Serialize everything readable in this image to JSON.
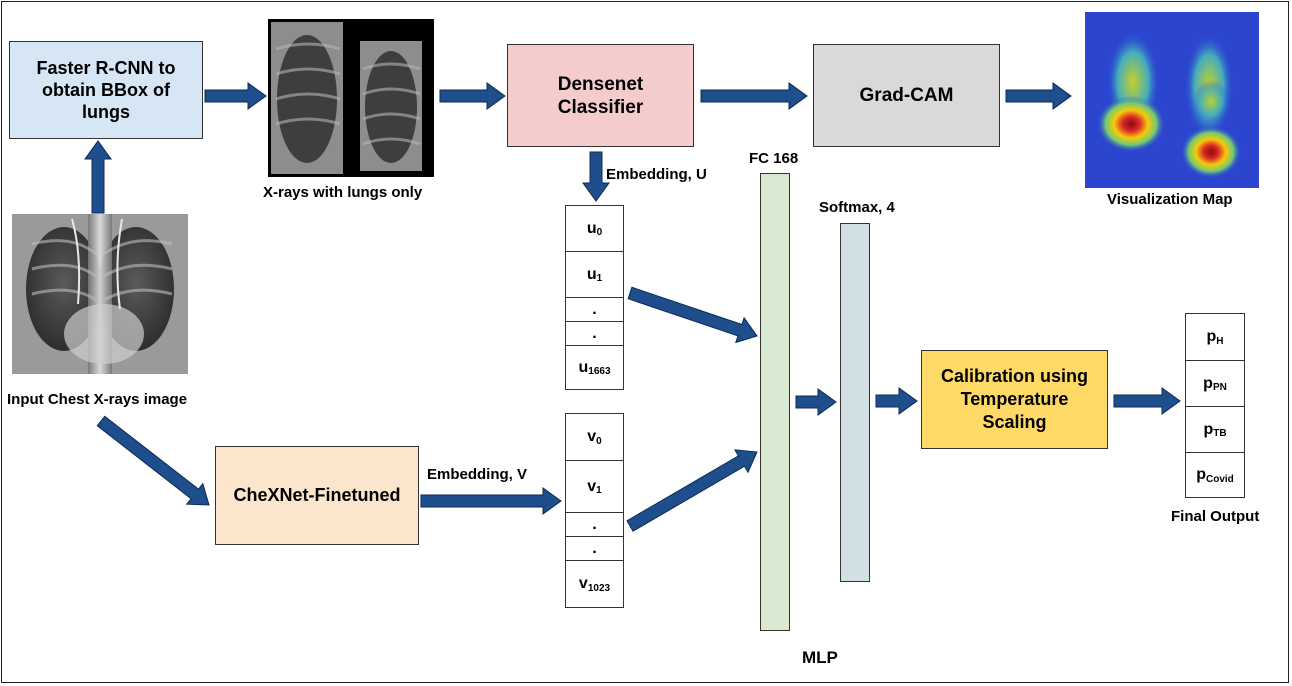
{
  "boxes": {
    "faster_rcnn": "Faster R-CNN to obtain BBox of lungs",
    "densenet": "Densenet Classifier",
    "gradcam": "Grad-CAM",
    "chexnet": "CheXNet-Finetuned",
    "calibration": "Calibration using Temperature Scaling"
  },
  "labels": {
    "lungs_only": "X-rays with lungs only",
    "input_image": "Input Chest X-rays image",
    "visualization_map": "Visualization Map",
    "embedding_u": "Embedding, U",
    "embedding_v": "Embedding, V",
    "fc": "FC 168",
    "softmax": "Softmax, 4",
    "mlp": "MLP",
    "final_output": "Final Output"
  },
  "vector_u": [
    {
      "base": "u",
      "sub": "0"
    },
    {
      "base": "u",
      "sub": "1"
    },
    {
      "base": ".",
      "sub": ""
    },
    {
      "base": ".",
      "sub": ""
    },
    {
      "base": "u",
      "sub": "1663"
    }
  ],
  "vector_v": [
    {
      "base": "v",
      "sub": "0"
    },
    {
      "base": "v",
      "sub": "1"
    },
    {
      "base": ".",
      "sub": ""
    },
    {
      "base": ".",
      "sub": ""
    },
    {
      "base": "v",
      "sub": "1023"
    }
  ],
  "outputs": [
    {
      "base": "p",
      "sub": "H"
    },
    {
      "base": "p",
      "sub": "PN"
    },
    {
      "base": "p",
      "sub": "TB"
    },
    {
      "base": "p",
      "sub": "Covid"
    }
  ],
  "colors": {
    "faster_rcnn_fill": "#d6e6f5",
    "densenet_fill": "#f5cccc",
    "gradcam_fill": "#d9d9d9",
    "chexnet_fill": "#fce5cd",
    "calibration_fill": "#ffd966",
    "fc_fill": "#d9ead3",
    "softmax_fill": "#d0e0e3",
    "arrow": "#1f4e8c"
  }
}
